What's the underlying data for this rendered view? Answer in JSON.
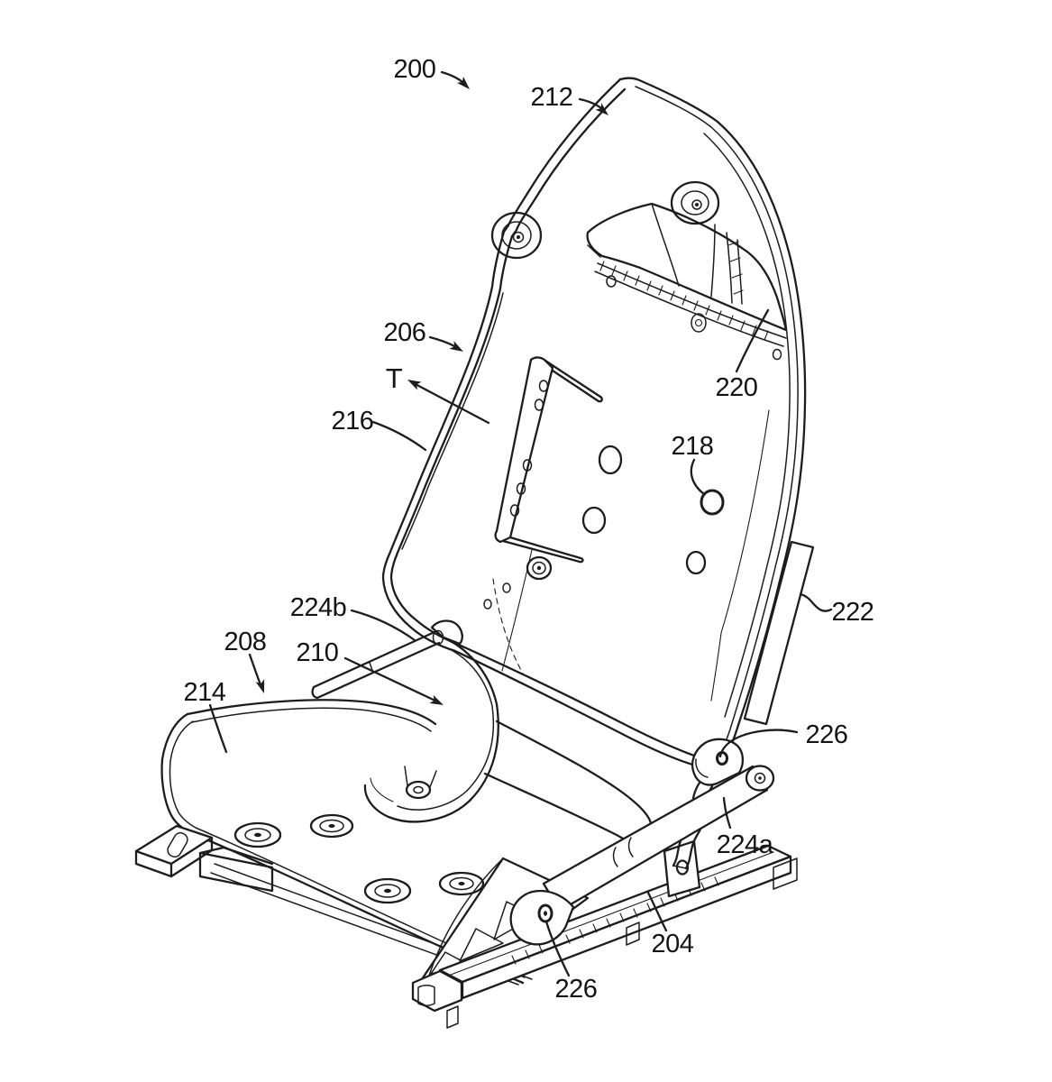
{
  "figure": {
    "colors": {
      "background": "#ffffff",
      "ink": "#1d1d1d"
    },
    "labels": {
      "l200": {
        "text": "200"
      },
      "l212": {
        "text": "212"
      },
      "l206": {
        "text": "206"
      },
      "lT": {
        "text": "T"
      },
      "l216": {
        "text": "216"
      },
      "l220": {
        "text": "220"
      },
      "l218": {
        "text": "218"
      },
      "l222": {
        "text": "222"
      },
      "l224b": {
        "text": "224b"
      },
      "l208": {
        "text": "208"
      },
      "l210": {
        "text": "210"
      },
      "l214": {
        "text": "214"
      },
      "l226_upper": {
        "text": "226"
      },
      "l224a": {
        "text": "224a"
      },
      "l204": {
        "text": "204"
      },
      "l226_lower": {
        "text": "226"
      }
    }
  }
}
